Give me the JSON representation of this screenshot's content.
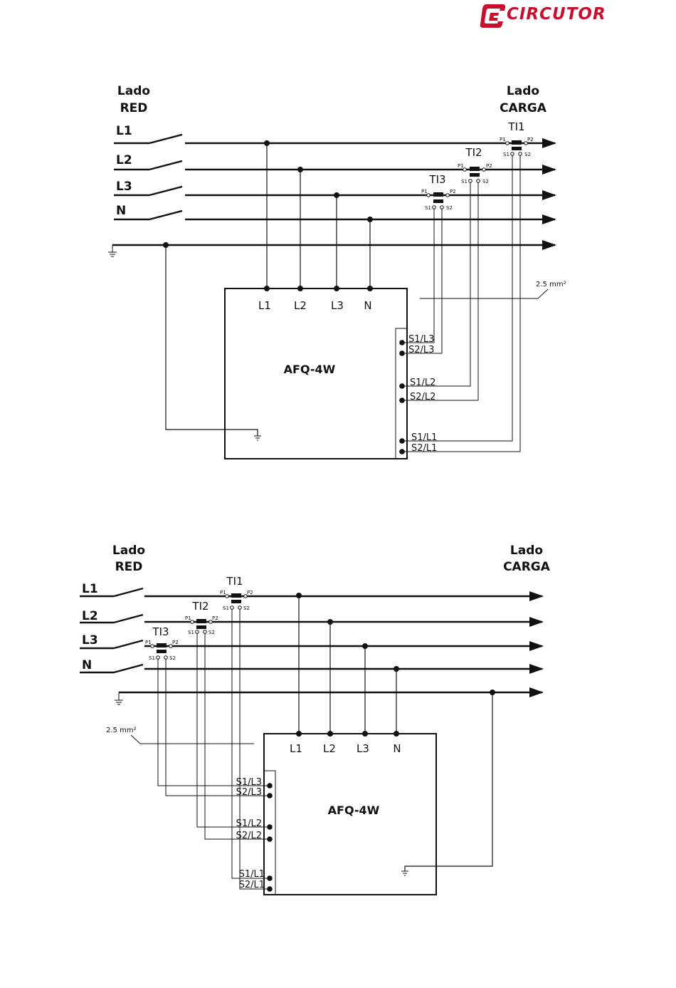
{
  "brand": {
    "name": "CIRCUTOR",
    "color": "#c8102e"
  },
  "diagrams": [
    {
      "side_left": [
        "Lado",
        "RED"
      ],
      "side_right": [
        "Lado",
        "CARGA"
      ],
      "lines": [
        "L1",
        "L2",
        "L3",
        "N"
      ],
      "cts": [
        {
          "name": "TI1",
          "p1": "P1",
          "p2": "P2",
          "s1": "S1",
          "s2": "S2"
        },
        {
          "name": "TI2",
          "p1": "P1",
          "p2": "P2",
          "s1": "S1",
          "s2": "S2"
        },
        {
          "name": "TI3",
          "p1": "P1",
          "p2": "P2",
          "s1": "S1",
          "s2": "S2"
        }
      ],
      "device": "AFQ-4W",
      "device_terminals": [
        "L1",
        "L2",
        "L3",
        "N"
      ],
      "ct_inputs": [
        "S1/L3",
        "S2/L3",
        "S1/L2",
        "S2/L2",
        "S1/L1",
        "S2/L1"
      ],
      "cable_section": "2.5 mm²"
    },
    {
      "side_left": [
        "Lado",
        "RED"
      ],
      "side_right": [
        "Lado",
        "CARGA"
      ],
      "lines": [
        "L1",
        "L2",
        "L3",
        "N"
      ],
      "cts": [
        {
          "name": "TI1",
          "p1": "P1",
          "p2": "P2",
          "s1": "S1",
          "s2": "S2"
        },
        {
          "name": "TI2",
          "p1": "P1",
          "p2": "P2",
          "s1": "S1",
          "s2": "S2"
        },
        {
          "name": "TI3",
          "p1": "P1",
          "p2": "P2",
          "s1": "S1",
          "s2": "S2"
        }
      ],
      "device": "AFQ-4W",
      "device_terminals": [
        "L1",
        "L2",
        "L3",
        "N"
      ],
      "ct_inputs": [
        "S1/L3",
        "S2/L3",
        "S1/L2",
        "S2/L2",
        "S1/L1",
        "S2/L1"
      ],
      "cable_section": "2.5 mm²"
    }
  ]
}
